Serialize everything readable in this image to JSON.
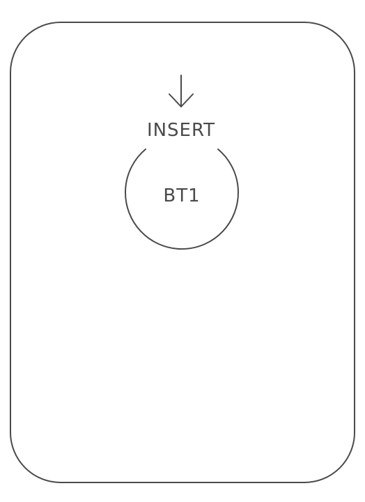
{
  "diagram": {
    "insert_label": "INSERT",
    "battery_label": "BT1",
    "direction": "down",
    "line_color": "#4a4a4a",
    "icons": {
      "arrow": "arrow-down-icon",
      "slot": "battery-slot-icon"
    }
  }
}
